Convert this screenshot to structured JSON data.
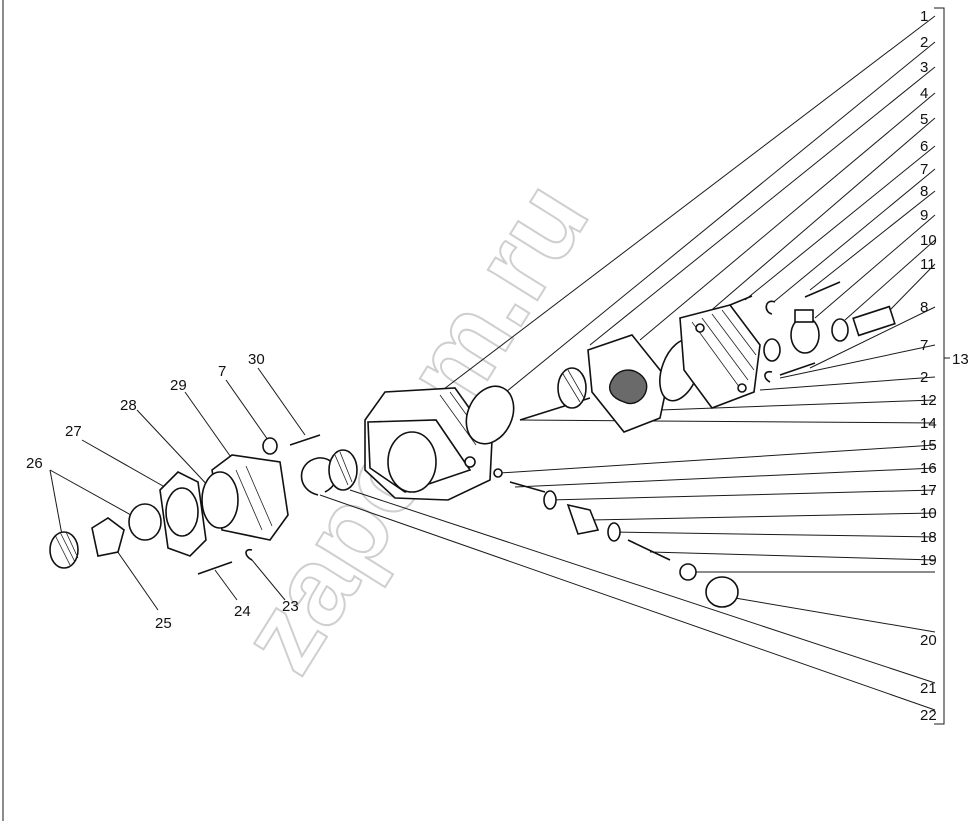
{
  "watermark": "zapchm.ru",
  "group_label": "13",
  "callouts": [
    {
      "id": "1"
    },
    {
      "id": "2"
    },
    {
      "id": "3"
    },
    {
      "id": "4"
    },
    {
      "id": "5"
    },
    {
      "id": "6"
    },
    {
      "id": "7"
    },
    {
      "id": "8"
    },
    {
      "id": "9"
    },
    {
      "id": "10"
    },
    {
      "id": "11"
    },
    {
      "id": "8"
    },
    {
      "id": "7"
    },
    {
      "id": "2"
    },
    {
      "id": "12"
    },
    {
      "id": "14"
    },
    {
      "id": "15"
    },
    {
      "id": "16"
    },
    {
      "id": "17"
    },
    {
      "id": "10"
    },
    {
      "id": "18"
    },
    {
      "id": "19"
    },
    {
      "id": "20"
    },
    {
      "id": "21"
    },
    {
      "id": "22"
    },
    {
      "id": "30"
    },
    {
      "id": "7"
    },
    {
      "id": "29"
    },
    {
      "id": "28"
    },
    {
      "id": "27"
    },
    {
      "id": "26"
    },
    {
      "id": "25"
    },
    {
      "id": "24"
    },
    {
      "id": "23"
    }
  ]
}
